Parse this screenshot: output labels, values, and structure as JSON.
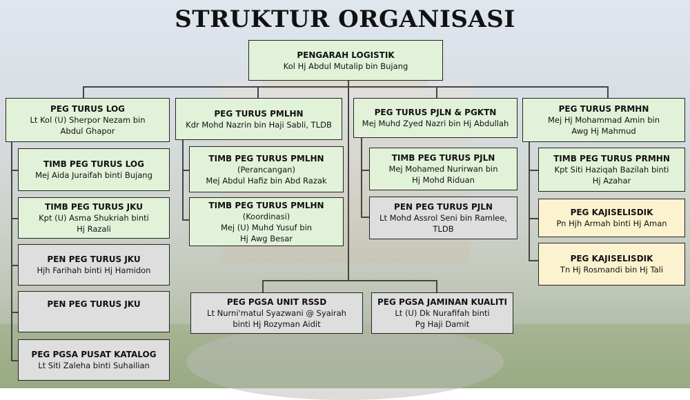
{
  "title": "STRUKTUR ORGANISASI",
  "colors": {
    "green": "#e2f2d8",
    "gray": "#dedede",
    "yellow": "#fbf3cf",
    "line": "#444444"
  },
  "director": {
    "title": "PENGARAH LOGISTIK",
    "name": "Kol Hj Abdul Mutalip bin Bujang"
  },
  "divisions": [
    {
      "title": "PEG TURUS LOG",
      "name": [
        "Lt Kol (U) Sherpor Nezam bin",
        "Abdul Ghapor"
      ],
      "units": [
        {
          "title": "TIMB PEG TURUS LOG",
          "name": [
            "Mej Aida Juraifah binti Bujang"
          ]
        },
        {
          "title": "TIMB PEG TURUS JKU",
          "name": [
            "Kpt (U) Asma Shukriah binti",
            "Hj Razali"
          ]
        },
        {
          "title": "PEN PEG TURUS JKU",
          "name": [
            "Hjh Farihah binti Hj Hamidon"
          ]
        },
        {
          "title": "PEN PEG TURUS JKU",
          "name": []
        },
        {
          "title": "PEG PGSA PUSAT KATALOG",
          "name": [
            "Lt Siti Zaleha binti Suhailian"
          ]
        }
      ]
    },
    {
      "title": "PEG TURUS PMLHN",
      "name": [
        "Kdr Mohd Nazrin bin Haji Sabli, TLDB"
      ],
      "units": [
        {
          "title": "TIMB PEG TURUS PMLHN",
          "name": [
            "(Perancangan)",
            "Mej Abdul Hafiz bin Abd Razak"
          ]
        },
        {
          "title": "TIMB PEG TURUS PMLHN",
          "name": [
            "(Koordinasi)",
            "Mej (U) Muhd Yusuf bin",
            "Hj Awg Besar"
          ]
        }
      ]
    },
    {
      "title": "PEG TURUS PJLN & PGKTN",
      "name": [
        "Mej Muhd Zyed Nazri bin Hj Abdullah"
      ],
      "units": [
        {
          "title": "TIMB PEG TURUS PJLN",
          "name": [
            "Mej Mohamed Nurirwan bin",
            "Hj Mohd Riduan"
          ]
        },
        {
          "title": "PEN PEG TURUS PJLN",
          "name": [
            "Lt Mohd Assrol Seni bin Ramlee,",
            "TLDB"
          ]
        }
      ]
    },
    {
      "title": "PEG TURUS PRMHN",
      "name": [
        "Mej Hj Mohammad Amin bin",
        "Awg Hj Mahmud"
      ],
      "units": [
        {
          "title": "TIMB PEG TURUS PRMHN",
          "name": [
            "Kpt Siti Haziqah Bazilah binti",
            "Hj Azahar"
          ]
        },
        {
          "title": "PEG KAJISELISDIK",
          "name": [
            "Pn Hjh Armah binti Hj Aman"
          ]
        },
        {
          "title": "PEG KAJISELISDIK",
          "name": [
            "Tn Hj Rosmandi bin Hj Tali"
          ]
        }
      ]
    }
  ],
  "direct_reports": [
    {
      "title": "PEG PGSA UNIT RSSD",
      "name": [
        "Lt Nurni'matul Syazwani @ Syairah",
        "binti Hj Rozyman Aidit"
      ]
    },
    {
      "title": "PEG PGSA JAMINAN KUALITI",
      "name": [
        "Lt (U) Dk Nurafifah binti",
        "Pg Haji Damit"
      ]
    }
  ]
}
